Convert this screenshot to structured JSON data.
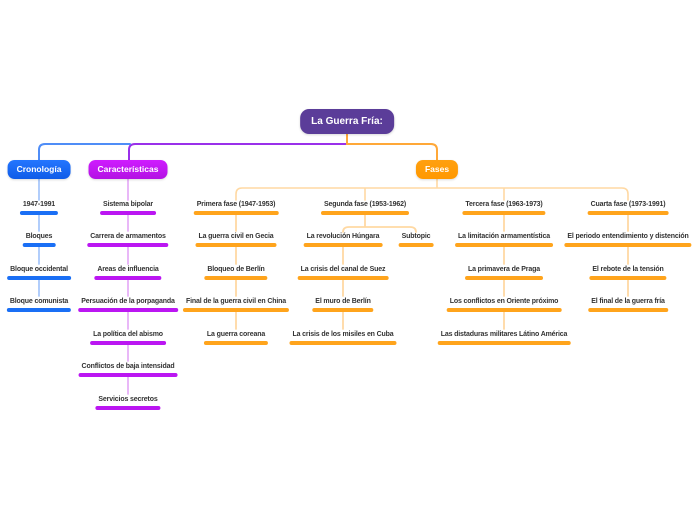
{
  "root": {
    "label": "La Guerra Fría:"
  },
  "branches": {
    "cronologia": {
      "label": "Cronología",
      "items": [
        "1947-1991",
        "Bloques",
        "Bloque occidental",
        "Bloque comunista"
      ]
    },
    "caracteristicas": {
      "label": "Características",
      "items": [
        "Sistema bipolar",
        "Carrera de armamentos",
        "Areas de influencia",
        "Persuación de la porpaganda",
        "La política del abismo",
        "Conflictos de baja intensidad",
        "Servicios secretos"
      ]
    },
    "fases": {
      "label": "Fases",
      "columns": [
        {
          "topic": "Primera fase (1947-1953)",
          "items": [
            "La guerra civil en Gecia",
            "Bloqueo de Berlín",
            "Final de la guerra civil en China",
            "La guerra coreana"
          ]
        },
        {
          "topic": "Segunda fase (1953-1962)",
          "items": [
            "La revolución Húngara",
            "La crisis del canal de Suez",
            "El muro de Berlín",
            "La crisis de los misiles en Cuba"
          ],
          "side_item": "Subtopic"
        },
        {
          "topic": "Tercera fase (1963-1973)",
          "items": [
            "La limitación armamentística",
            "La primavera de Praga",
            "Los conflictos en Oriente próximo",
            "Las distaduras militares Látino América"
          ]
        },
        {
          "topic": "Cuarta fase (1973-1991)",
          "items": [
            "El periodo entendimiento y distención",
            "El rebote de la tensión",
            "El final de la guerra fría"
          ]
        }
      ]
    }
  },
  "colors": {
    "root_purple": "#5b3d99",
    "branch_blue": "#1a6ff5",
    "branch_violet": "#bb16f2",
    "branch_orange": "#ff9800",
    "underline_orange": "#ffa41c",
    "wire_blue": "#4f8df7",
    "wire_violet": "#9a30ea",
    "wire_orange": "#ffa838",
    "wire_light_blue": "#a9c8fb",
    "wire_light_violet": "#e7b0f8",
    "wire_light_orange": "#ffd9a3",
    "background": "#ffffff"
  }
}
